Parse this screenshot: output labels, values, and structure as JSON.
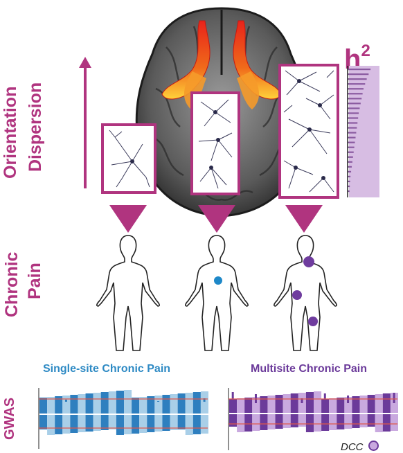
{
  "labels": {
    "orientation": "Orientation",
    "dispersion": "Dispersion",
    "chronic": "Chronic",
    "pain": "Pain",
    "gwas": "GWAS",
    "h2_base": "h",
    "h2_exp": "2"
  },
  "gwas": {
    "single_title": "Single-site Chronic Pain",
    "multi_title": "Multisite Chronic Pain",
    "gene_label": "DCC"
  },
  "colors": {
    "magenta": "#b0347f",
    "single_blue": "#2e7fbf",
    "light_blue": "#a9cfe8",
    "multi_purple": "#6b3a9a",
    "light_purple": "#c9a9df",
    "threshold_red": "#e0584a",
    "blue_dot": "#1e88c8",
    "purple_dot": "#6f3c9e"
  },
  "h2_bars": [
    0.72,
    0.66,
    0.6,
    0.55,
    0.5,
    0.47,
    0.44,
    0.41,
    0.38,
    0.35,
    0.33,
    0.31,
    0.29,
    0.27,
    0.25,
    0.23,
    0.21,
    0.19,
    0.17,
    0.15,
    0.13,
    0.11,
    0.09,
    0.08,
    0.07,
    0.06
  ]
}
